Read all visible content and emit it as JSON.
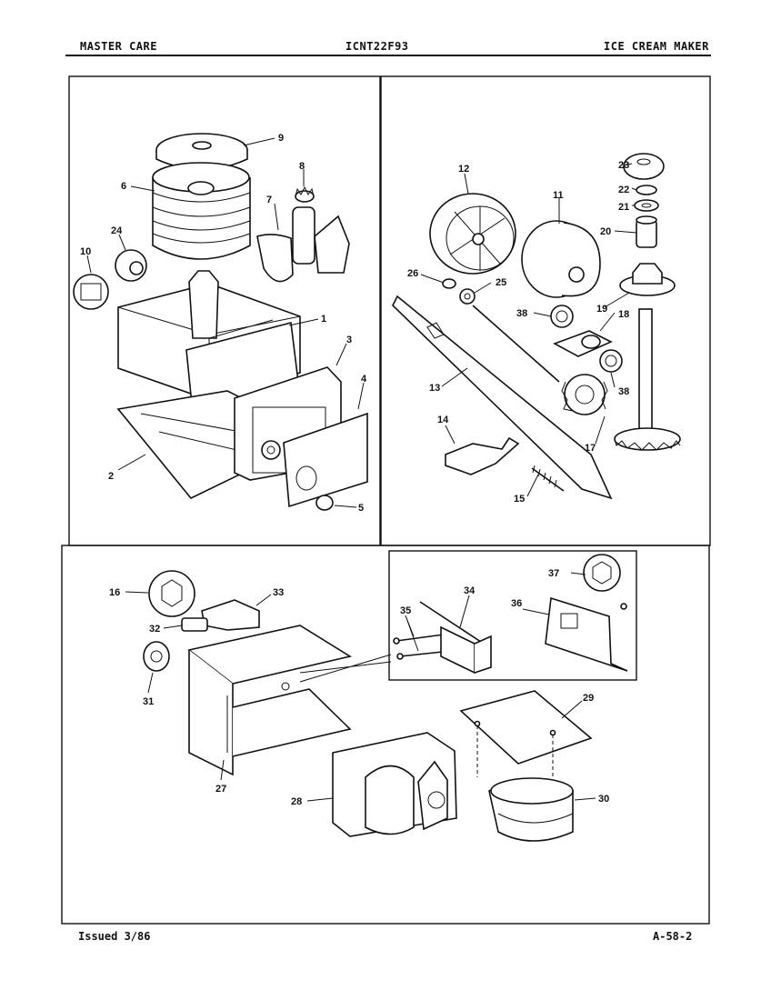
{
  "header": {
    "left": "MASTER CARE",
    "center": "ICNT22F93",
    "right": "ICE CREAM MAKER"
  },
  "footer": {
    "left": "Issued 3/86",
    "right": "A-58-2"
  },
  "callouts": {
    "p1": "1",
    "p2": "2",
    "p3": "3",
    "p4": "4",
    "p5": "5",
    "p6": "6",
    "p7": "7",
    "p8": "8",
    "p9": "9",
    "p10": "10",
    "p11": "11",
    "p12": "12",
    "p13": "13",
    "p14": "14",
    "p15": "15",
    "p16": "16",
    "p17": "17",
    "p18": "18",
    "p19": "19",
    "p20": "20",
    "p21": "21",
    "p22": "22",
    "p23": "23",
    "p24": "24",
    "p25": "25",
    "p26": "26",
    "p27": "27",
    "p28": "28",
    "p29": "29",
    "p30": "30",
    "p31": "31",
    "p32": "32",
    "p33": "33",
    "p34": "34",
    "p35": "35",
    "p36": "36",
    "p37": "37",
    "p38a": "38",
    "p38b": "38"
  }
}
